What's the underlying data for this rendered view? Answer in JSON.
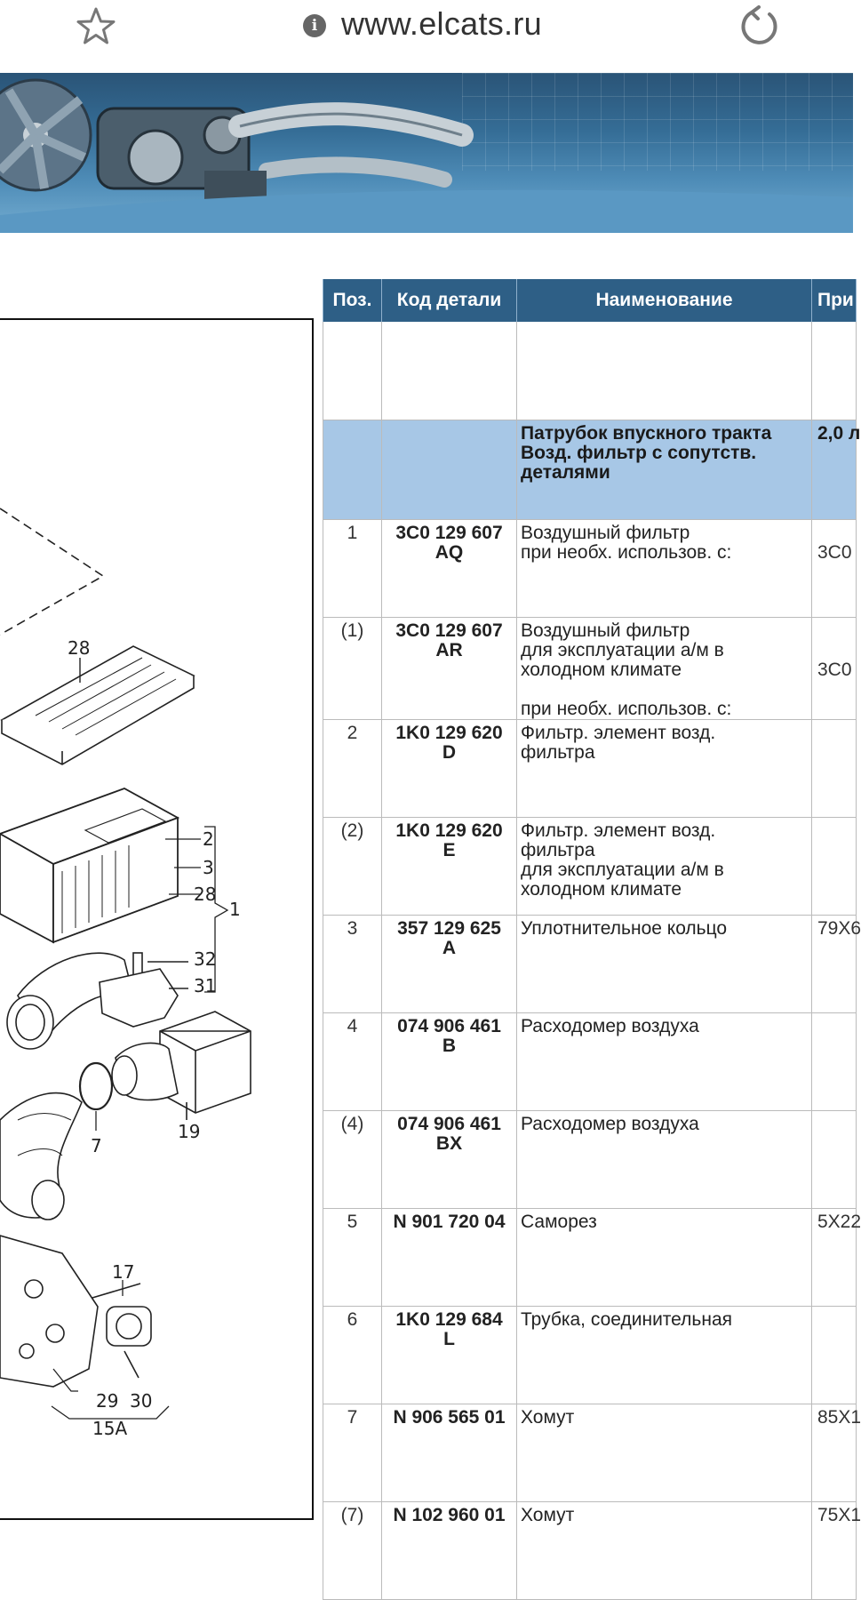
{
  "browser": {
    "url": "www.elcats.ru",
    "icons": {
      "bookmark": "star-icon",
      "site_info": "info-icon",
      "reload": "reload-icon"
    }
  },
  "table": {
    "headers": [
      "Поз.",
      "Код детали",
      "Наименование",
      "При"
    ],
    "group_row": {
      "name_lines": [
        "Патрубок впускного тракта",
        "Возд. фильтр с сопутств.",
        "деталями"
      ],
      "note": "2,0 л"
    },
    "rows": [
      {
        "pos": "1",
        "code": [
          "3C0 129 607",
          "AQ"
        ],
        "name": [
          "Воздушный фильтр",
          "при необх. использов. с:"
        ],
        "note": "3C0"
      },
      {
        "pos": "(1)",
        "code": [
          "3C0 129 607",
          "AR"
        ],
        "name": [
          "Воздушный фильтр",
          "для эксплуатации а/м в",
          "холодном климате",
          "",
          "при необх. использов. с:"
        ],
        "note": "3C0"
      },
      {
        "pos": "2",
        "code": [
          "1K0 129 620",
          "D"
        ],
        "name": [
          "Фильтр. элемент возд.",
          "фильтра"
        ],
        "note": ""
      },
      {
        "pos": "(2)",
        "code": [
          "1K0 129 620",
          "E"
        ],
        "name": [
          "Фильтр. элемент возд.",
          "фильтра",
          "для эксплуатации а/м в",
          "холодном климате"
        ],
        "note": ""
      },
      {
        "pos": "3",
        "code": [
          "357 129 625",
          "A"
        ],
        "name": [
          "Уплотнительное кольцо"
        ],
        "note": "79X6"
      },
      {
        "pos": "4",
        "code": [
          "074 906 461",
          "B"
        ],
        "name": [
          "Расходомер воздуха"
        ],
        "note": ""
      },
      {
        "pos": "(4)",
        "code": [
          "074 906 461",
          "BX"
        ],
        "name": [
          "Расходомер воздуха"
        ],
        "note": ""
      },
      {
        "pos": "5",
        "code": [
          "N 901 720 04"
        ],
        "name": [
          "Саморез"
        ],
        "note": "5X22"
      },
      {
        "pos": "6",
        "code": [
          "1K0 129 684",
          "L"
        ],
        "name": [
          "Трубка, соединительная"
        ],
        "note": ""
      },
      {
        "pos": "7",
        "code": [
          "N 906 565 01"
        ],
        "name": [
          "Хомут"
        ],
        "note": "85X1"
      },
      {
        "pos": "(7)",
        "code": [
          "N 102 960 01"
        ],
        "name": [
          "Хомут"
        ],
        "note": "75X1"
      }
    ]
  },
  "diagram": {
    "labels": [
      "28",
      "2",
      "3",
      "28",
      "1",
      "32",
      "31",
      "19",
      "7",
      "17",
      "29",
      "30",
      "15A"
    ]
  }
}
